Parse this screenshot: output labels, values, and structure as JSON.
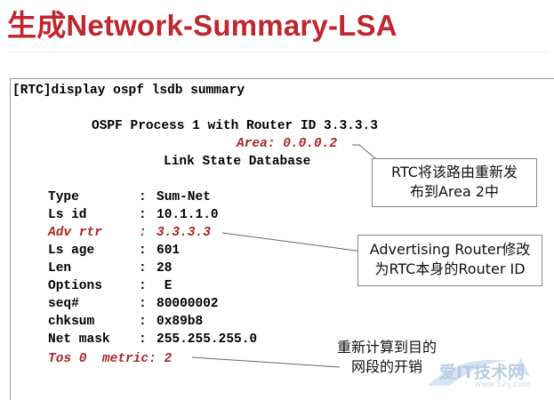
{
  "slide": {
    "title": "生成Network-Summary-LSA"
  },
  "terminal": {
    "command": "[RTC]display ospf lsdb summary",
    "process_line": "OSPF Process 1 with Router ID 3.3.3.3",
    "area_line": "Area: 0.0.0.2",
    "database_line": "Link State Database",
    "fields": [
      {
        "key": "Type",
        "sep": ":",
        "value": "Sum-Net",
        "highlight": false
      },
      {
        "key": "Ls id",
        "sep": ":",
        "value": "10.1.1.0",
        "highlight": false
      },
      {
        "key": "Adv rtr",
        "sep": ":",
        "value": "3.3.3.3",
        "highlight": true
      },
      {
        "key": "Ls age",
        "sep": ":",
        "value": "601",
        "highlight": false
      },
      {
        "key": "Len",
        "sep": ":",
        "value": "28",
        "highlight": false
      },
      {
        "key": "Options",
        "sep": ":",
        "value": " E",
        "highlight": false
      },
      {
        "key": "seq#",
        "sep": ":",
        "value": "80000002",
        "highlight": false
      },
      {
        "key": "chksum",
        "sep": ":",
        "value": "0x89b8",
        "highlight": false
      },
      {
        "key": "Net mask",
        "sep": ":",
        "value": "255.255.255.0",
        "highlight": false
      }
    ],
    "tos_line": "Tos 0  metric: 2"
  },
  "callouts": {
    "area": "RTC将该路由重新发\n布到Area 2中",
    "adv_router": "Advertising Router修改\n为RTC本身的Router ID",
    "metric": "重新计算到目的\n网段的开销"
  },
  "watermark": {
    "text": "爱IT技术网",
    "url": "www.52ij.com"
  },
  "colors": {
    "title": "#c0262d",
    "highlight": "#a9272b",
    "callout_border": "#888888"
  }
}
